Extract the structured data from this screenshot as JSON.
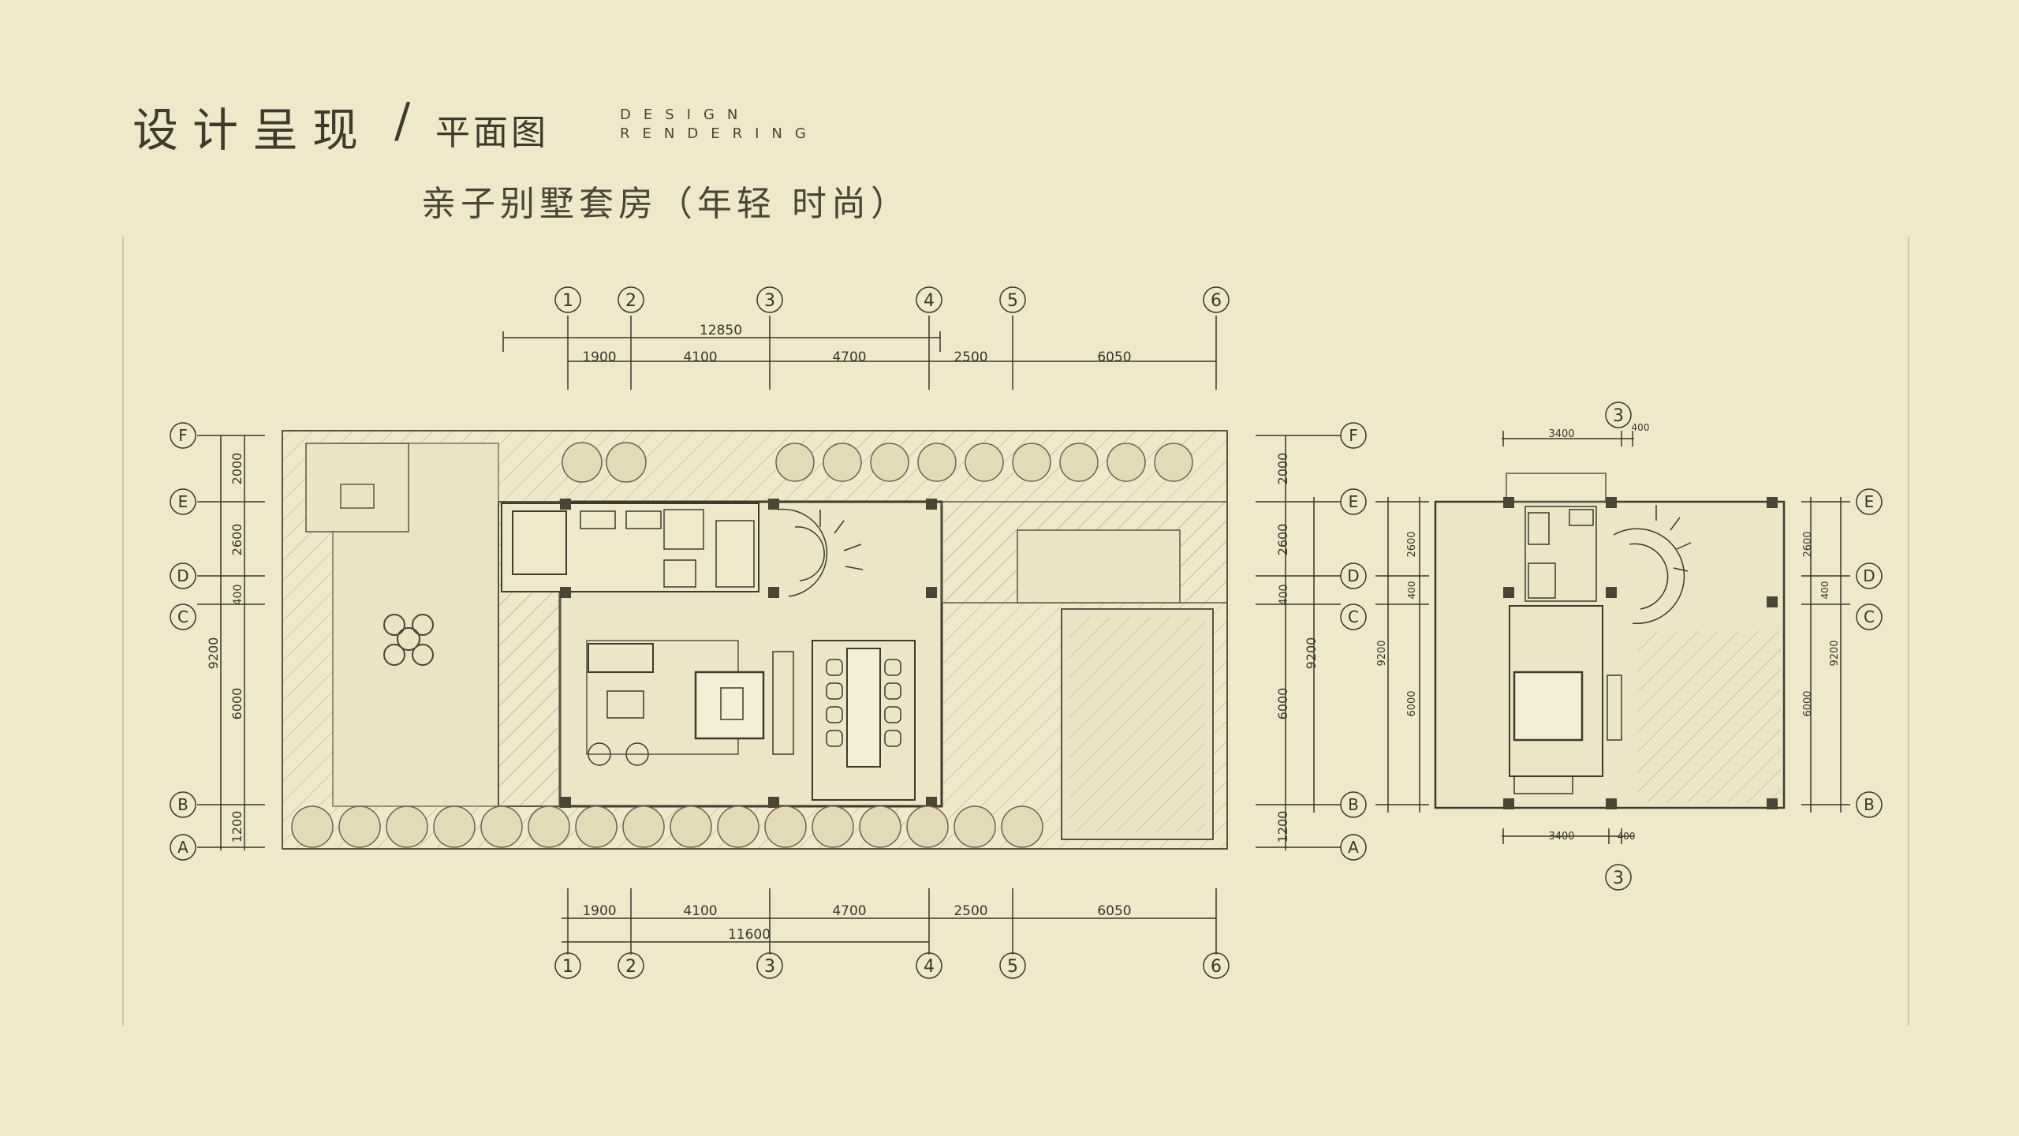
{
  "header": {
    "title": "设计呈现",
    "slash": "/",
    "subtitle": "平面图",
    "en_line1": "DESIGN",
    "en_line2": "RENDERING"
  },
  "suite_title": "亲子别墅套房（年轻 时尚）",
  "plan1": {
    "top_axes": [
      "1",
      "2",
      "3",
      "4",
      "5",
      "6"
    ],
    "top_total": "12850",
    "top_dims": [
      "1900",
      "4100",
      "4700",
      "2500",
      "6050"
    ],
    "bottom_dims": [
      "1900",
      "4100",
      "4700",
      "2500",
      "6050"
    ],
    "bottom_total": "11600",
    "bottom_axes": [
      "1",
      "2",
      "3",
      "4",
      "5",
      "6"
    ],
    "left_axes": [
      "F",
      "E",
      "D",
      "C",
      "B",
      "A"
    ],
    "left_dims": [
      "2000",
      "2600",
      "400",
      "6000",
      "1200"
    ],
    "left_total": "9200",
    "right_axes": [
      "F",
      "E",
      "D",
      "C",
      "B",
      "A"
    ],
    "right_dims": [
      "2000",
      "2600",
      "400",
      "6000",
      "1200"
    ],
    "right_total": "9200"
  },
  "plan2": {
    "top_axis": "3",
    "top_dims": [
      "3400",
      "400"
    ],
    "bottom_dims": [
      "3400",
      "400"
    ],
    "bottom_axis": "3",
    "left_dims": [
      "2600",
      "400",
      "6000"
    ],
    "left_total": "9200",
    "right_axes": [
      "E",
      "D",
      "C",
      "B"
    ],
    "right_dims": [
      "2600",
      "400",
      "6000"
    ],
    "right_total": "9200"
  }
}
